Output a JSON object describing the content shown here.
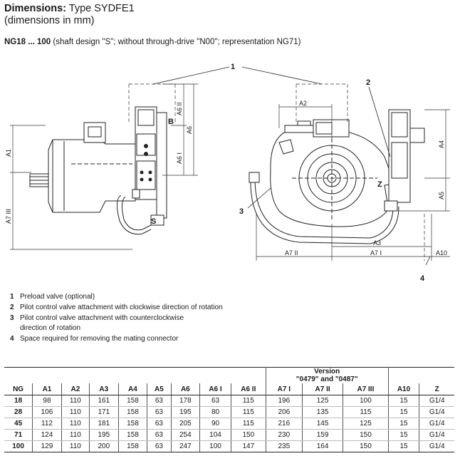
{
  "header": {
    "title_bold": "Dimensions:",
    "title_rest": " Type SYDFE1",
    "title_line2": "(dimensions in mm)",
    "subtitle_bold": "NG18 ... 100",
    "subtitle_rest": " (shaft design \"S\"; without through-drive \"N00\"; representation NG71)"
  },
  "drawing": {
    "callouts": {
      "c1": "1",
      "c2": "2",
      "c3": "3",
      "c4": "4"
    },
    "letters": {
      "b": "B",
      "s": "S",
      "z": "Z"
    },
    "dims": {
      "a1": "A1",
      "a7iii": "A7 III",
      "a6": "A6",
      "a6i": "A6 I",
      "a6ii": "A6 II",
      "a2": "A2",
      "a3": "A3",
      "a4": "A4",
      "a5": "A5",
      "a7ii": "A7 II",
      "a7i": "A7 I",
      "a10": "A10"
    }
  },
  "notes": [
    {
      "num": "1",
      "text": "Preload valve (optional)"
    },
    {
      "num": "2",
      "text": "Pilot control valve attachment with clockwise direction of rotation"
    },
    {
      "num": "3",
      "text": "Pilot control valve attachment with counterclockwise direction of rotation"
    },
    {
      "num": "4",
      "text": "Space required for removing the mating connector"
    }
  ],
  "table": {
    "version_line1": "Version",
    "version_line2": "\"0479\" and \"0487\"",
    "columns": [
      "NG",
      "A1",
      "A2",
      "A3",
      "A4",
      "A5",
      "A6",
      "A6 I",
      "A6 II",
      "A7 I",
      "A7 II",
      "A7 III",
      "A10",
      "Z"
    ],
    "rows": [
      [
        "18",
        "98",
        "110",
        "161",
        "158",
        "63",
        "178",
        "63",
        "115",
        "196",
        "125",
        "100",
        "15",
        "G1/4"
      ],
      [
        "28",
        "106",
        "110",
        "171",
        "158",
        "63",
        "195",
        "80",
        "115",
        "206",
        "135",
        "115",
        "15",
        "G1/4"
      ],
      [
        "45",
        "112",
        "110",
        "181",
        "158",
        "63",
        "205",
        "90",
        "115",
        "216",
        "145",
        "125",
        "15",
        "G1/4"
      ],
      [
        "71",
        "124",
        "110",
        "195",
        "158",
        "63",
        "254",
        "104",
        "150",
        "230",
        "159",
        "150",
        "15",
        "G1/4"
      ],
      [
        "100",
        "129",
        "110",
        "200",
        "158",
        "63",
        "247",
        "100",
        "147",
        "235",
        "164",
        "150",
        "15",
        "G1/4"
      ]
    ]
  }
}
